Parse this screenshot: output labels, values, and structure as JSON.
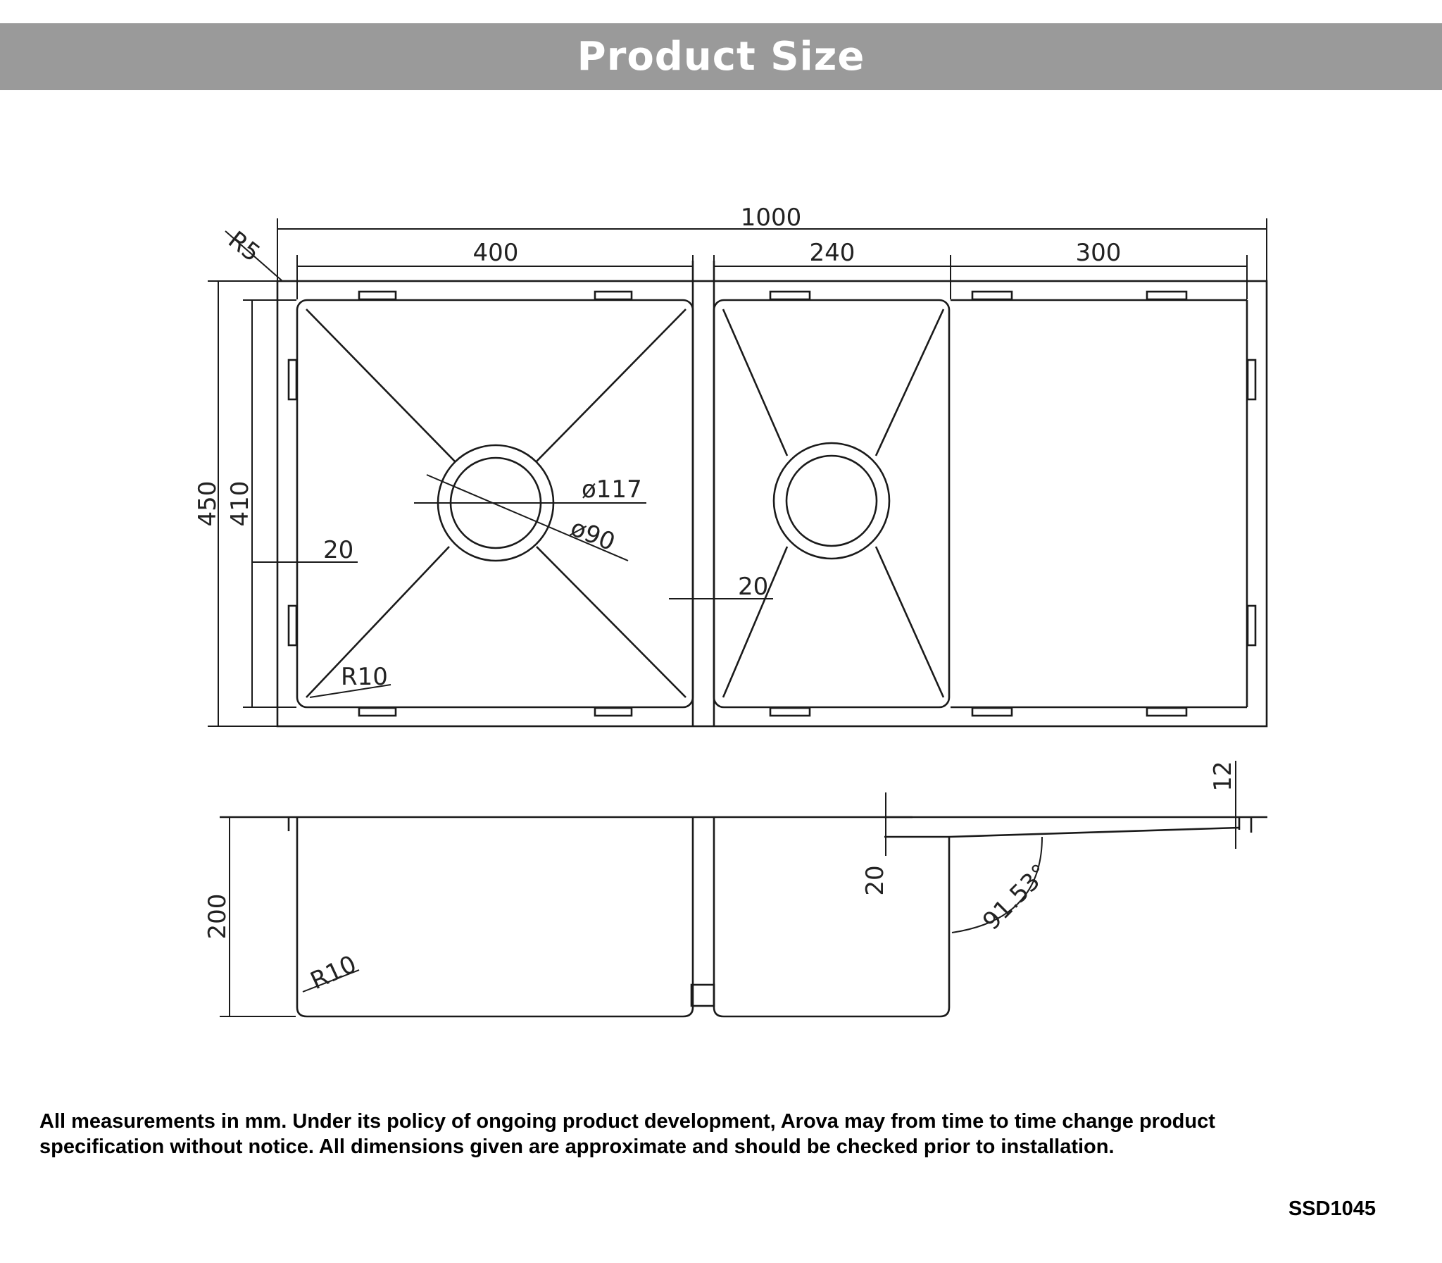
{
  "header": {
    "title": "Product Size"
  },
  "dimensions": {
    "overall_width": "1000",
    "left_bowl_width": "400",
    "right_bowl_width": "240",
    "drainer_width": "300",
    "corner_radius_top": "R5",
    "overall_depth": "450",
    "bowl_depth": "410",
    "left_margin": "20",
    "bowl_gap": "20",
    "waste_outer_dia": "ø117",
    "waste_inner_dia": "ø90",
    "bowl_inner_radius": "R10",
    "side_height": "200",
    "side_radius": "R10",
    "drainer_step": "20",
    "flange_thickness": "12",
    "drainer_angle": "91.53°"
  },
  "footer": {
    "disclaimer_line1": "All measurements in mm. Under its policy of ongoing product development, Arova may from time to time change product",
    "disclaimer_line2": "specification without notice.  All dimensions given are approximate and should be checked prior to installation.",
    "product_code": "SSD1045"
  },
  "colors": {
    "banner": "#9a9a9a",
    "banner_text": "#ffffff",
    "line": "#1a1a1a"
  }
}
